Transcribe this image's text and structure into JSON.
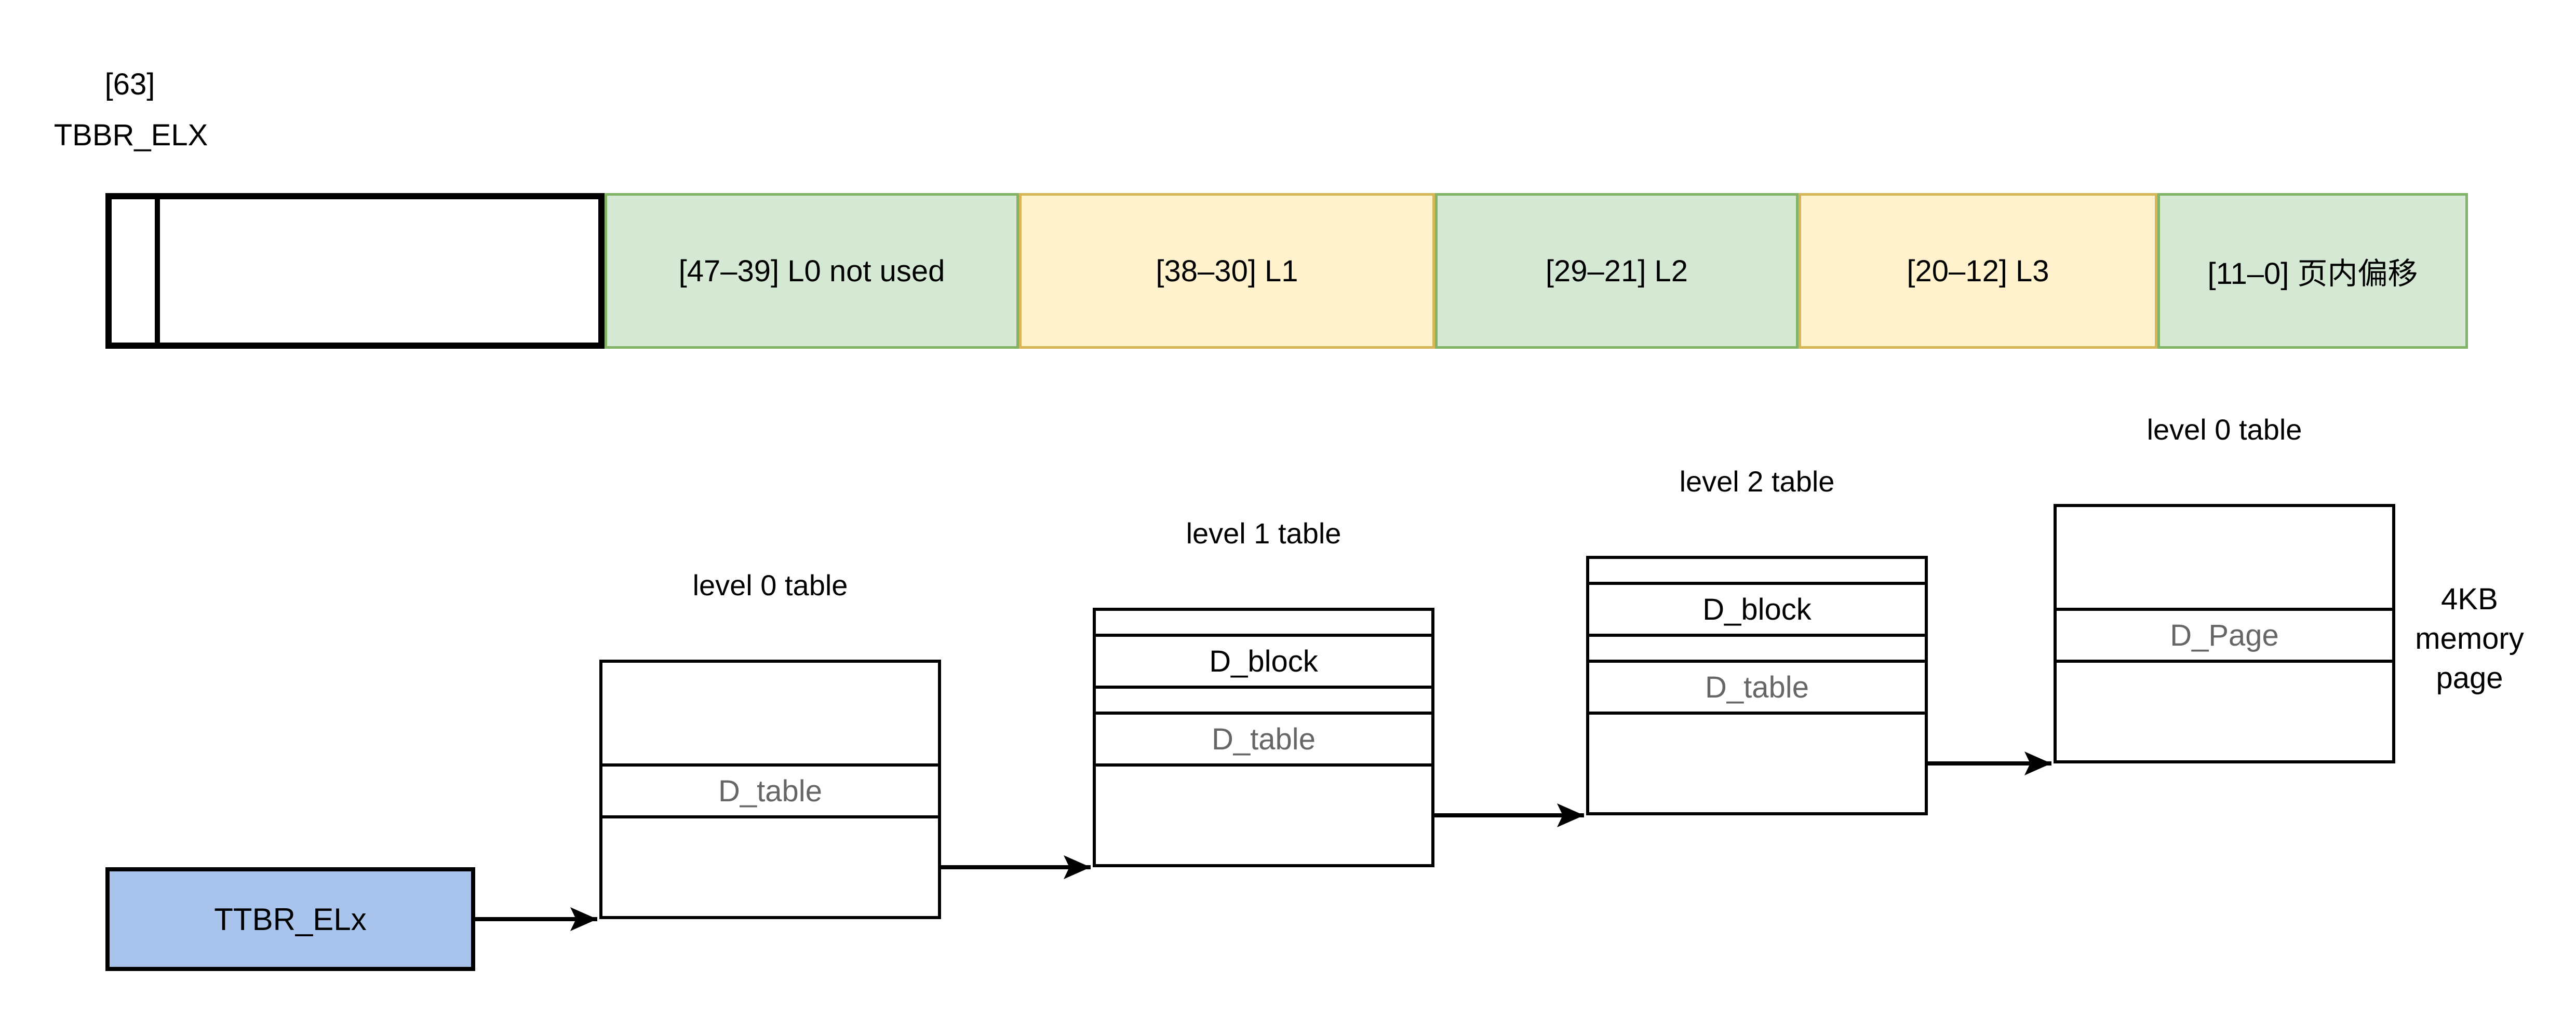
{
  "header": {
    "bit_label": "[63]",
    "register_label": "TBBR_ELX"
  },
  "address_bar": {
    "fields": [
      {
        "id": "l0",
        "label": "[47–39] L0 not used",
        "fill": "#d5e8d4",
        "border": "#82b366"
      },
      {
        "id": "l1",
        "label": "[38–30] L1",
        "fill": "#fff2cc",
        "border": "#d6b656"
      },
      {
        "id": "l2",
        "label": "[29–21] L2",
        "fill": "#d5e8d4",
        "border": "#82b366"
      },
      {
        "id": "l3",
        "label": "[20–12] L3",
        "fill": "#fff2cc",
        "border": "#d6b656"
      },
      {
        "id": "page_offset",
        "label": "[11–0] 页内偏移",
        "fill": "#d5e8d4",
        "border": "#82b366"
      }
    ]
  },
  "tables": [
    {
      "title": "level 0 table",
      "rows": [
        {
          "label": ""
        },
        {
          "label": "D_table",
          "tone": "gray"
        },
        {
          "label": ""
        }
      ]
    },
    {
      "title": "level 1 table",
      "rows": [
        {
          "label": ""
        },
        {
          "label": "D_block",
          "tone": "black"
        },
        {
          "label": ""
        },
        {
          "label": "D_table",
          "tone": "gray"
        },
        {
          "label": ""
        }
      ]
    },
    {
      "title": "level 2 table",
      "rows": [
        {
          "label": ""
        },
        {
          "label": "D_block",
          "tone": "black"
        },
        {
          "label": ""
        },
        {
          "label": "D_table",
          "tone": "gray"
        },
        {
          "label": ""
        }
      ]
    },
    {
      "title": "level 0 table",
      "rows": [
        {
          "label": ""
        },
        {
          "label": "D_Page",
          "tone": "gray"
        },
        {
          "label": ""
        }
      ]
    }
  ],
  "source_register": {
    "label": "TTBR_ELx",
    "fill": "#a9c4ec"
  },
  "memory_note": {
    "line1": "4KB",
    "line2": "memory",
    "line3": "page"
  },
  "colors": {
    "green_fill": "#d5e8d4",
    "green_border": "#82b366",
    "yellow_fill": "#fff2cc",
    "yellow_border": "#d6b656",
    "blue_fill": "#a9c4ec",
    "line": "#000000",
    "muted_text": "#666666"
  }
}
